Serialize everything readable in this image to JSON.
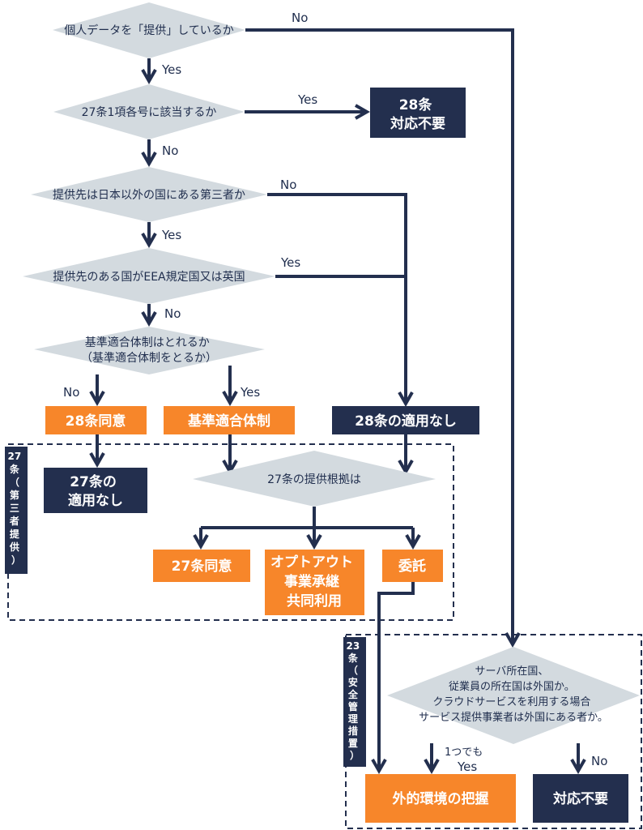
{
  "colors": {
    "navy": "#232f4e",
    "orange": "#f7862a",
    "diamond": "#d3dadf",
    "text": "#1f2d4d",
    "white": "#ffffff"
  },
  "decisions": {
    "d1": "個人データを「提供」しているか",
    "d2": "27条1項各号に該当するか",
    "d3": "提供先は日本以外の国にある第三者か",
    "d4": "提供先のある国がEEA規定国又は英国",
    "d5_line1": "基準適合体制はとれるか",
    "d5_line2": "（基準適合体制をとるか）",
    "d6": "27条の提供根拠は",
    "d7_line1": "サーバ所在国、",
    "d7_line2": "従業員の所在国は外国か。",
    "d7_line3": "クラウドサービスを利用する場合",
    "d7_line4": "サービス提供事業者は外国にある者か。"
  },
  "boxes": {
    "no28_line1": "28条",
    "no28_line2": "対応不要",
    "consent28": "28条同意",
    "standard": "基準適合体制",
    "not_applied28": "28条の適用なし",
    "not_applied27_line1": "27条の",
    "not_applied27_line2": "適用なし",
    "consent27": "27条同意",
    "optout_line1": "オプトアウト",
    "optout_line2": "事業承継",
    "optout_line3": "共同利用",
    "entrust": "委託",
    "foreign_env": "外的環境の把握",
    "no_action": "対応不要"
  },
  "labels": {
    "d1_no": "No",
    "d1_yes": "Yes",
    "d2_yes": "Yes",
    "d2_no": "No",
    "d3_no": "No",
    "d3_yes": "Yes",
    "d4_yes": "Yes",
    "d4_no": "No",
    "d5_no": "No",
    "d5_yes": "Yes",
    "d7_any": "1つでも",
    "d7_yes": "Yes",
    "d7_no": "No"
  },
  "sections": {
    "s27": [
      "27",
      "条",
      "（",
      "第",
      "三",
      "者",
      "提",
      "供",
      "）"
    ],
    "s23": [
      "23",
      "条",
      "（",
      "安",
      "全",
      "管",
      "理",
      "措",
      "置",
      "）"
    ]
  }
}
